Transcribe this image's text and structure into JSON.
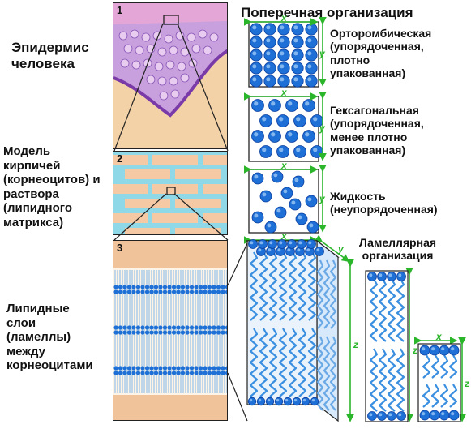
{
  "left": {
    "epidermis": "Эпидермис\nчеловека",
    "bricks": "Модель\nкирпичей\n(корнеоцитов) и\nраствора\n(липидного\nматрикса)",
    "layers": "Липидные\nслои\n(ламеллы)\nмежду\nкорнеоцитами"
  },
  "panels": {
    "p1": "1",
    "p2": "2",
    "p3": "3"
  },
  "right": {
    "title": "Поперечная организация",
    "orth": "Орторомбическая\n(упорядоченная,\nплотно\nупакованная)",
    "hex": "Гексагональная\n(упорядоченная,\nменее плотно\nупакованная)",
    "liquid": "Жидкость\n(неупорядоченная)",
    "lamellar": "Ламеллярная\nорганизация"
  },
  "axes": {
    "x": "x",
    "y": "y",
    "z": "z"
  },
  "colors": {
    "sphere": "#1e6fd6",
    "sphere_dark": "#0b3fa0",
    "arrow": "#2bb52b",
    "lipid": "#3a8fe0",
    "brick": "#f4c9a3",
    "mortar": "#8fd8e8"
  }
}
